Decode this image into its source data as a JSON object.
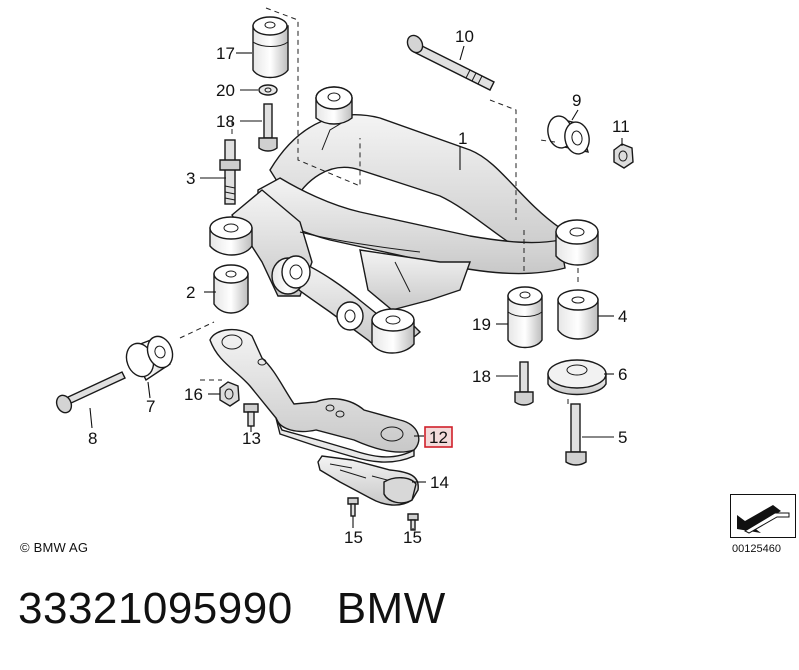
{
  "callouts": {
    "c1": "1",
    "c2": "2",
    "c3": "3",
    "c4": "4",
    "c5": "5",
    "c6": "6",
    "c7": "7",
    "c8": "8",
    "c9": "9",
    "c10": "10",
    "c11": "11",
    "c12": "12",
    "c13": "13",
    "c14": "14",
    "c15a": "15",
    "c15b": "15",
    "c16": "16",
    "c17": "17",
    "c18a": "18",
    "c18b": "18",
    "c19": "19",
    "c20": "20"
  },
  "highlight_color": "#d0202a",
  "highlighted_callout": "12",
  "footer": {
    "copyright": "© BMW AG",
    "image_code": "00125460",
    "part_number": "33321095990",
    "brand": "BMW"
  }
}
